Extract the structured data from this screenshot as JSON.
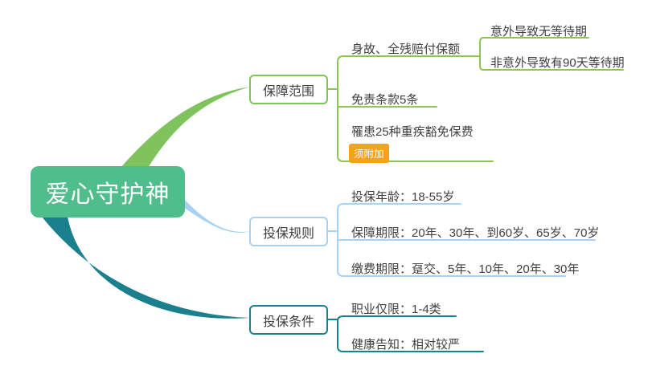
{
  "root": {
    "label": "爱心守护神"
  },
  "branches": [
    {
      "label": "保障范围",
      "children": [
        {
          "label": "身故、全残赔付保额",
          "children": [
            {
              "label": "意外导致无等待期"
            },
            {
              "label": "非意外导致有90天等待期"
            }
          ]
        },
        {
          "label": "免责条款5条"
        },
        {
          "label": "罹患25种重疾豁免保费",
          "badge": "须附加"
        }
      ]
    },
    {
      "label": "投保规则",
      "children": [
        {
          "label": "投保年龄：18-55岁"
        },
        {
          "label": "保障期限：20年、30年、到60岁、65岁、70岁"
        },
        {
          "label": "缴费期限：趸交、5年、10年、20年、30年"
        }
      ]
    },
    {
      "label": "投保条件",
      "children": [
        {
          "label": "职业仅限：1-4类"
        },
        {
          "label": "健康告知：相对较严"
        }
      ]
    }
  ],
  "colors": {
    "root_fill": "#50BD8C",
    "branch_coverage": "#8CC653",
    "branch_coverage_curve": "#7EC35C",
    "branch_rules": "#A8D2F3",
    "branch_conditions": "#1A808E",
    "badge_fill": "#F7A11F",
    "text": "#3F3F3F",
    "root_text": "#FFFFFF"
  }
}
